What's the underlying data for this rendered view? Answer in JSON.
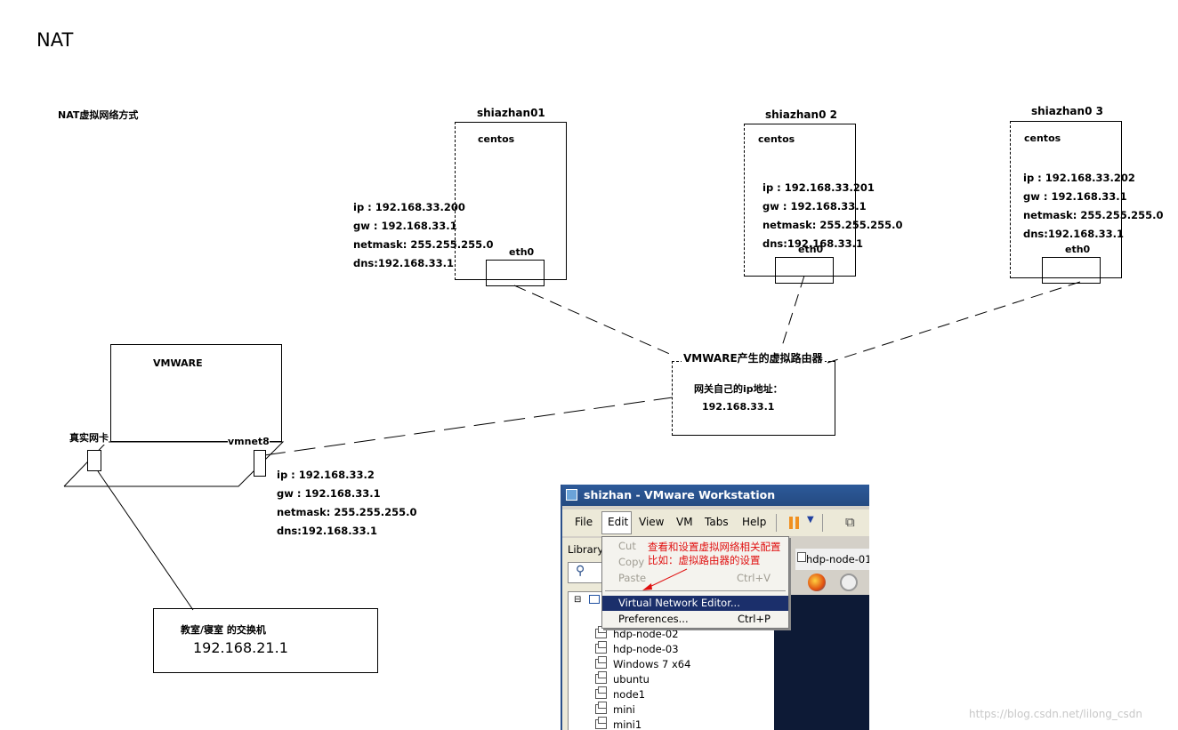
{
  "title": "NAT",
  "subtitle": "NAT虚拟网络方式",
  "hosts": [
    {
      "name": "shiazhan01",
      "os": "centos",
      "nic": "eth0",
      "ip": "ip : 192.168.33.200",
      "gw": "gw : 192.168.33.1",
      "netmask": "netmask: 255.255.255.0",
      "dns": "dns:192.168.33.1"
    },
    {
      "name": "shiazhan0 2",
      "os": "centos",
      "nic": "eth0",
      "ip": "ip : 192.168.33.201",
      "gw": "gw : 192.168.33.1",
      "netmask": "netmask: 255.255.255.0",
      "dns": "dns:192.168.33.1"
    },
    {
      "name": "shiazhan0 3",
      "os": "centos",
      "nic": "eth0",
      "ip": "ip : 192.168.33.202",
      "gw": "gw : 192.168.33.1",
      "netmask": "netmask: 255.255.255.0",
      "dns": "dns:192.168.33.1"
    }
  ],
  "router": {
    "title": "VMWARE产生的虚拟路由器",
    "label": "网关自己的ip地址：",
    "ip": "192.168.33.1"
  },
  "vmware": {
    "label": "VMWARE",
    "real_nic": "真实网卡",
    "vmnet": "vmnet8",
    "ip": "ip : 192.168.33.2",
    "gw": "gw : 192.168.33.1",
    "netmask": "netmask: 255.255.255.0",
    "dns": "dns:192.168.33.1"
  },
  "switch": {
    "label": "教室/寝室 的交换机",
    "ip": "192.168.21.1"
  },
  "screenshot": {
    "window_title": "shizhan - VMware Workstation",
    "menu": [
      "File",
      "Edit",
      "View",
      "VM",
      "Tabs",
      "Help"
    ],
    "library_label": "Library",
    "tab_label": "hdp-node-01",
    "edit_menu": [
      {
        "label": "Cut",
        "shortcut": "",
        "disabled": true
      },
      {
        "label": "Copy",
        "shortcut": "",
        "disabled": true
      },
      {
        "label": "Paste",
        "shortcut": "Ctrl+V",
        "disabled": true
      },
      {
        "label": "Virtual Network Editor...",
        "shortcut": "",
        "disabled": false
      },
      {
        "label": "Preferences...",
        "shortcut": "Ctrl+P",
        "disabled": false
      }
    ],
    "annotation_line1": "查看和设置虚拟网络相关配置",
    "annotation_line2": "比如：虚拟路由器的设置",
    "tree_items": [
      "hdp-node-02",
      "hdp-node-03",
      "Windows 7 x64",
      "ubuntu",
      "node1",
      "mini",
      "mini1"
    ]
  },
  "watermark": "https://blog.csdn.net/lilong_csdn"
}
